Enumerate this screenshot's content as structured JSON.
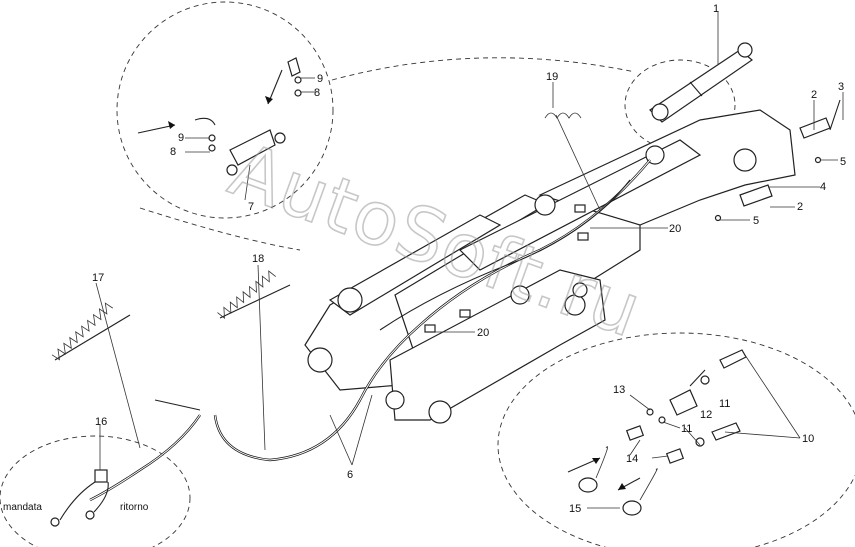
{
  "watermark": "AutoSoft.ru",
  "callouts": {
    "c1": "1",
    "c2a": "2",
    "c2b": "2",
    "c3": "3",
    "c4": "4",
    "c5a": "5",
    "c5b": "5",
    "c6": "6",
    "c7": "7",
    "c8a": "8",
    "c8b": "8",
    "c9a": "9",
    "c9b": "9",
    "c10": "10",
    "c11a": "11",
    "c11b": "11",
    "c12": "12",
    "c13": "13",
    "c14": "14",
    "c15": "15",
    "c16": "16",
    "c17": "17",
    "c18": "18",
    "c19": "19",
    "c20a": "20",
    "c20b": "20"
  },
  "texts": {
    "mandata": "mandata",
    "ritorno": "ritorno"
  }
}
